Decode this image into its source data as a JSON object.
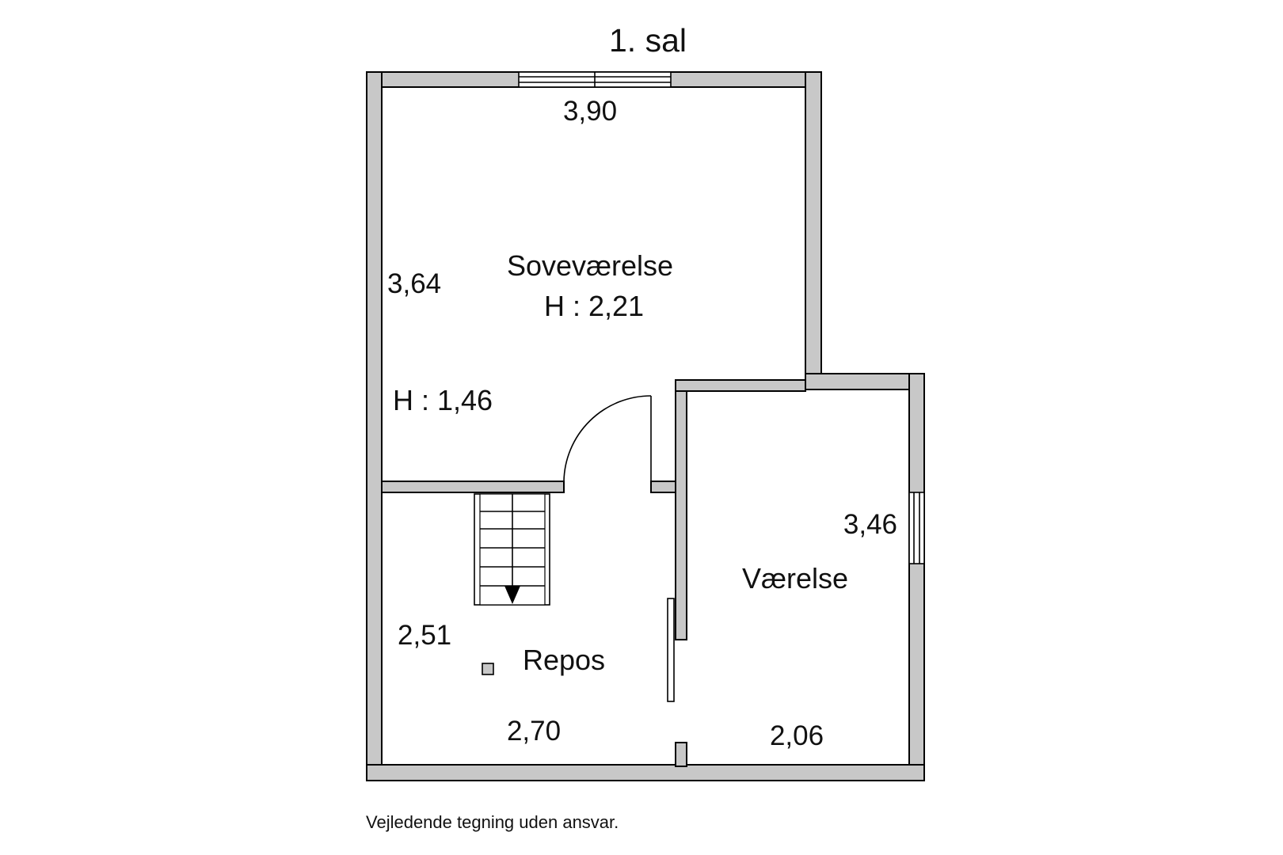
{
  "title": "1. sal",
  "rooms": [
    {
      "name": "Soveværelse",
      "height": "H : 2,21"
    },
    {
      "name": "Værelse"
    },
    {
      "name": "Repos"
    }
  ],
  "annotations": {
    "low_height": "H : 1,46"
  },
  "dimensions": [
    "3,90",
    "3,64",
    "3,46",
    "2,51",
    "2,70",
    "2,06"
  ],
  "footer": "Vejledende tegning uden ansvar.",
  "colors": {
    "wall": "#c8c8c8",
    "line": "#000000",
    "background": "#ffffff"
  }
}
